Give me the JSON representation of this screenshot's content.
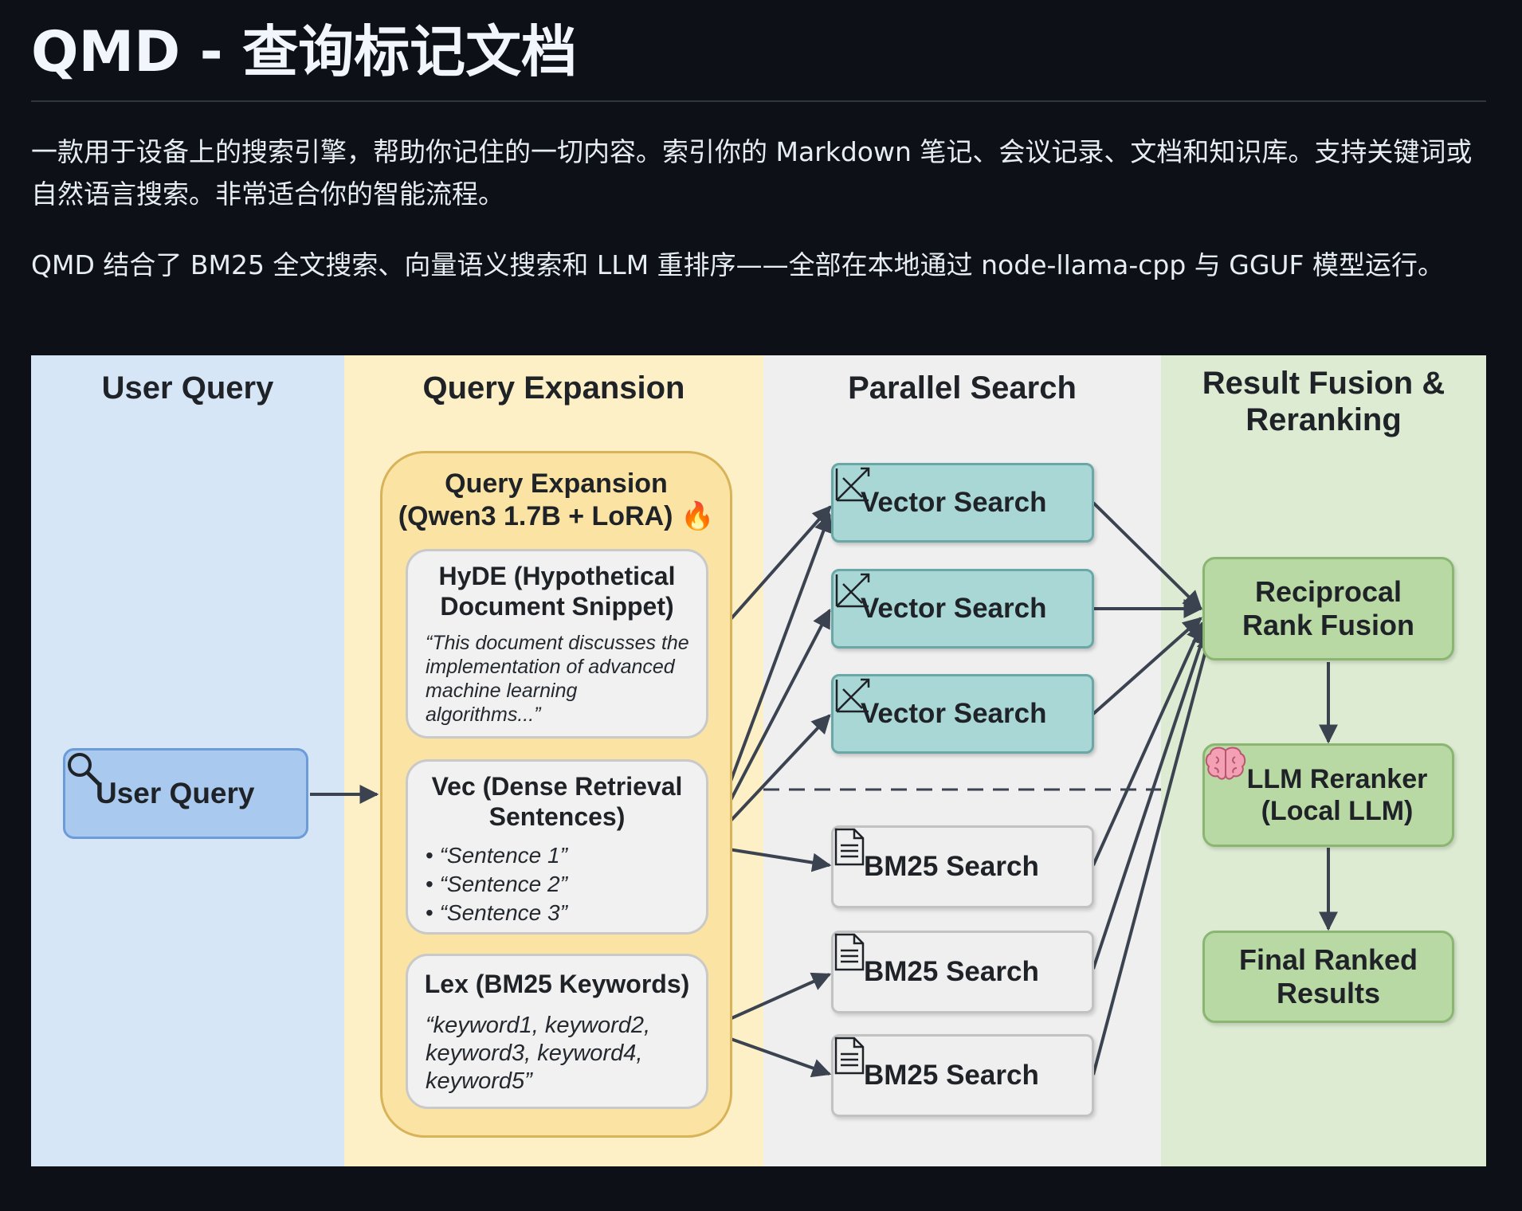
{
  "page": {
    "title": "QMD - 查询标记文档",
    "description": "一款用于设备上的搜索引擎，帮助你记住的一切内容。索引你的 Markdown 笔记、会议记录、文档和知识库。支持关键词或自然语言搜索。非常适合你的智能流程。",
    "summary": "QMD 结合了 BM25 全文搜索、向量语义搜索和 LLM 重排序——全部在本地通过 node-llama-cpp 与 GGUF 模型运行。"
  },
  "diagram": {
    "colors": {
      "user": "#d6e6f7",
      "expansion": "#fdefc6",
      "search": "#efefef",
      "fusion": "#dcebd2",
      "arrow": "#3b4350"
    },
    "columns": {
      "user_query": "User Query",
      "query_expansion": "Query Expansion",
      "parallel_search": "Parallel Search",
      "fusion_line1": "Result Fusion &",
      "fusion_line2": "Reranking"
    },
    "user_query_box": {
      "label": "User Query",
      "icon": "search-icon"
    },
    "expansion_box": {
      "title_line1": "Query Expansion",
      "title_line2": "(Qwen3 1.7B + LoRA) 🔥"
    },
    "hyde": {
      "title_line1": "HyDE (Hypothetical",
      "title_line2": "Document Snippet)",
      "body": "“This document discusses the implementation of advanced machine learning algorithms...”"
    },
    "vec": {
      "title_line1": "Vec (Dense Retrieval",
      "title_line2": "Sentences)",
      "items": [
        "“Sentence 1”",
        "“Sentence 2”",
        "“Sentence 3”"
      ]
    },
    "lex": {
      "title": "Lex (BM25 Keywords)",
      "body": "“keyword1, keyword2, keyword3, keyword4, keyword5”"
    },
    "vector_searches": [
      "Vector Search",
      "Vector Search",
      "Vector Search"
    ],
    "bm25_searches": [
      "BM25 Search",
      "BM25 Search",
      "BM25 Search"
    ],
    "rrf": {
      "line1": "Reciprocal",
      "line2": "Rank Fusion"
    },
    "reranker": {
      "line1": "LLM Reranker",
      "line2": "(Local LLM)",
      "icon": "brain-icon"
    },
    "final": {
      "line1": "Final Ranked",
      "line2": "Results"
    }
  }
}
